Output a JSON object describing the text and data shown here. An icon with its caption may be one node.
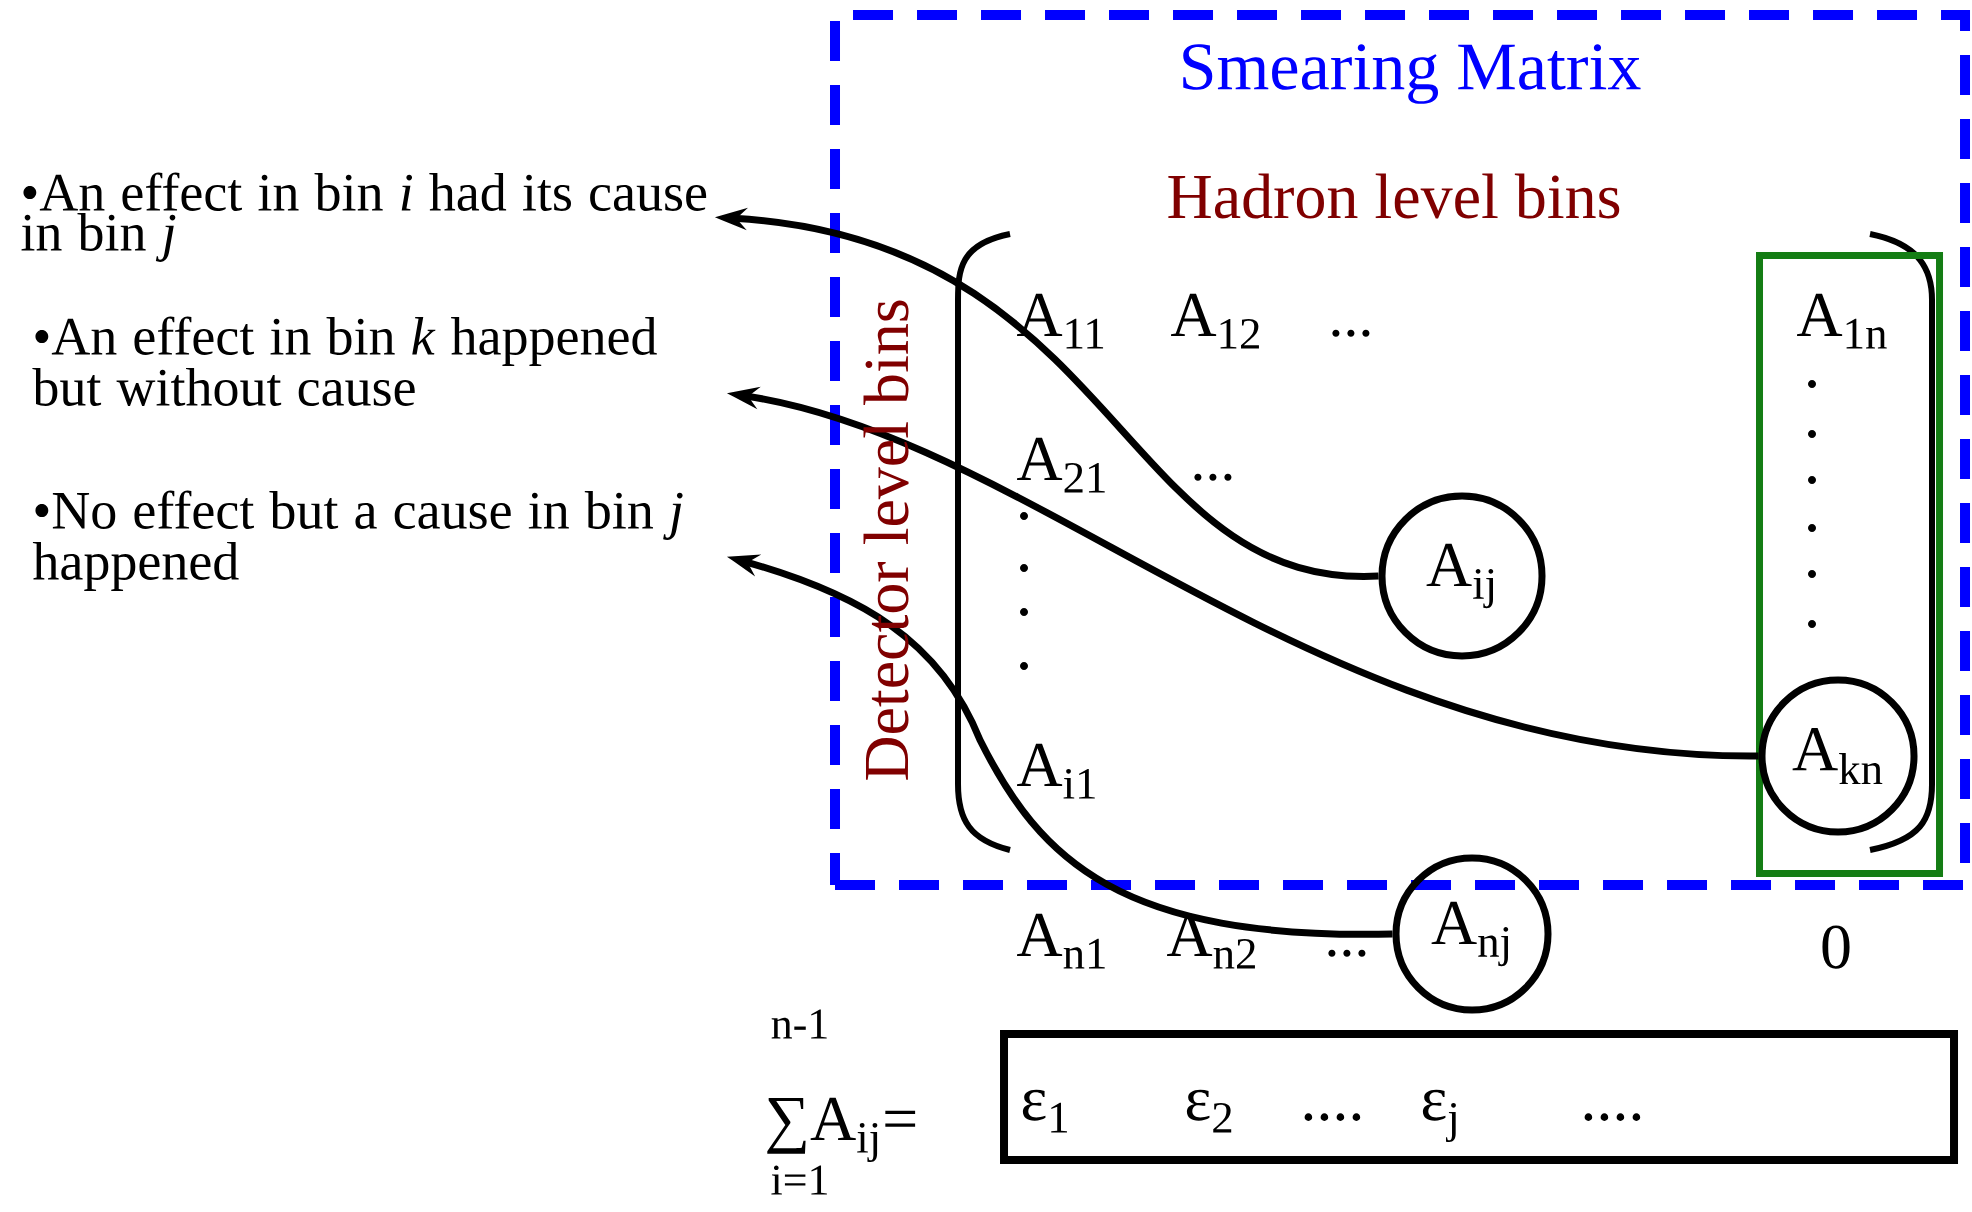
{
  "diagram": {
    "nodes": [
      {
        "text": [
          "Smearing Matrix"
        ]
      },
      {
        "text": [],
        "shape": "box",
        "in": 0
      },
      {
        "text": [
          "A$_{ij}$"
        ],
        "in": 0
      },
      {
        "text": [
          "A$_{kn}$"
        ],
        "in": 1
      },
      {
        "text": [
          "A$_{nj}$"
        ]
      },
      {
        "text": [
          "•An effect in bin *i* had its cause in bin *j*"
        ]
      },
      {
        "text": [
          "•An effect in bin *k* happened but without cause"
        ]
      },
      {
        "text": [
          "•No effect but a cause in bin *j* happened"
        ]
      },
      {
        "text": [
          "ε$_{1}$",
          "ε$_{2}$",
          "....",
          "ε$_{j}$",
          "...."
        ]
      }
    ],
    "edges": [
      {
        "from": 2,
        "to": 5,
        "arrow": "to"
      },
      {
        "from": 3,
        "to": 6,
        "arrow": "to"
      },
      {
        "from": 4,
        "to": 7,
        "arrow": "to"
      }
    ],
    "labels": [
      "Hadron level bins",
      "Detector level bins",
      "A$_{11}$",
      "A$_{12}$",
      "...",
      "A$_{1n}$",
      "A$_{21}$",
      "...",
      "A$_{i1}$",
      "A$_{n1}$",
      "A$_{n2}$",
      "...",
      "0",
      "n-1",
      "∑A$_{ij}$=",
      "i=1"
    ]
  }
}
